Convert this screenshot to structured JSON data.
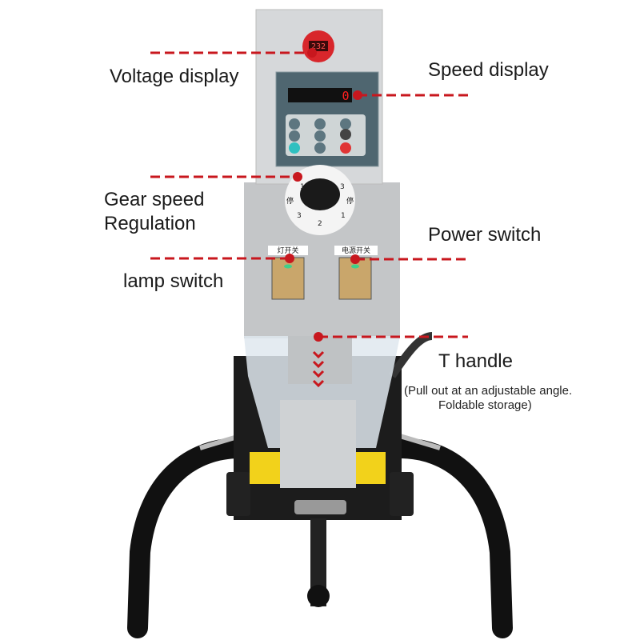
{
  "callouts": {
    "voltage_display": "Voltage display",
    "speed_display": "Speed display",
    "gear_speed_line1": "Gear speed",
    "gear_speed_line2": "Regulation",
    "power_switch": "Power switch",
    "lamp_switch": "lamp switch",
    "t_handle": "T handle",
    "t_handle_note_line1": "(Pull out at an adjustable angle.",
    "t_handle_note_line2": "Foldable storage)"
  },
  "device": {
    "voltage_readout": "232",
    "speed_readout": "0",
    "dial_labels": [
      "1",
      "3",
      "停",
      "停",
      "3",
      "2",
      "1"
    ],
    "lamp_switch_label": "灯开关",
    "power_switch_label": "电源开关"
  },
  "colors": {
    "callout_line": "#c8171e",
    "body": "#c9cbcd",
    "base": "#1c1c1c"
  }
}
